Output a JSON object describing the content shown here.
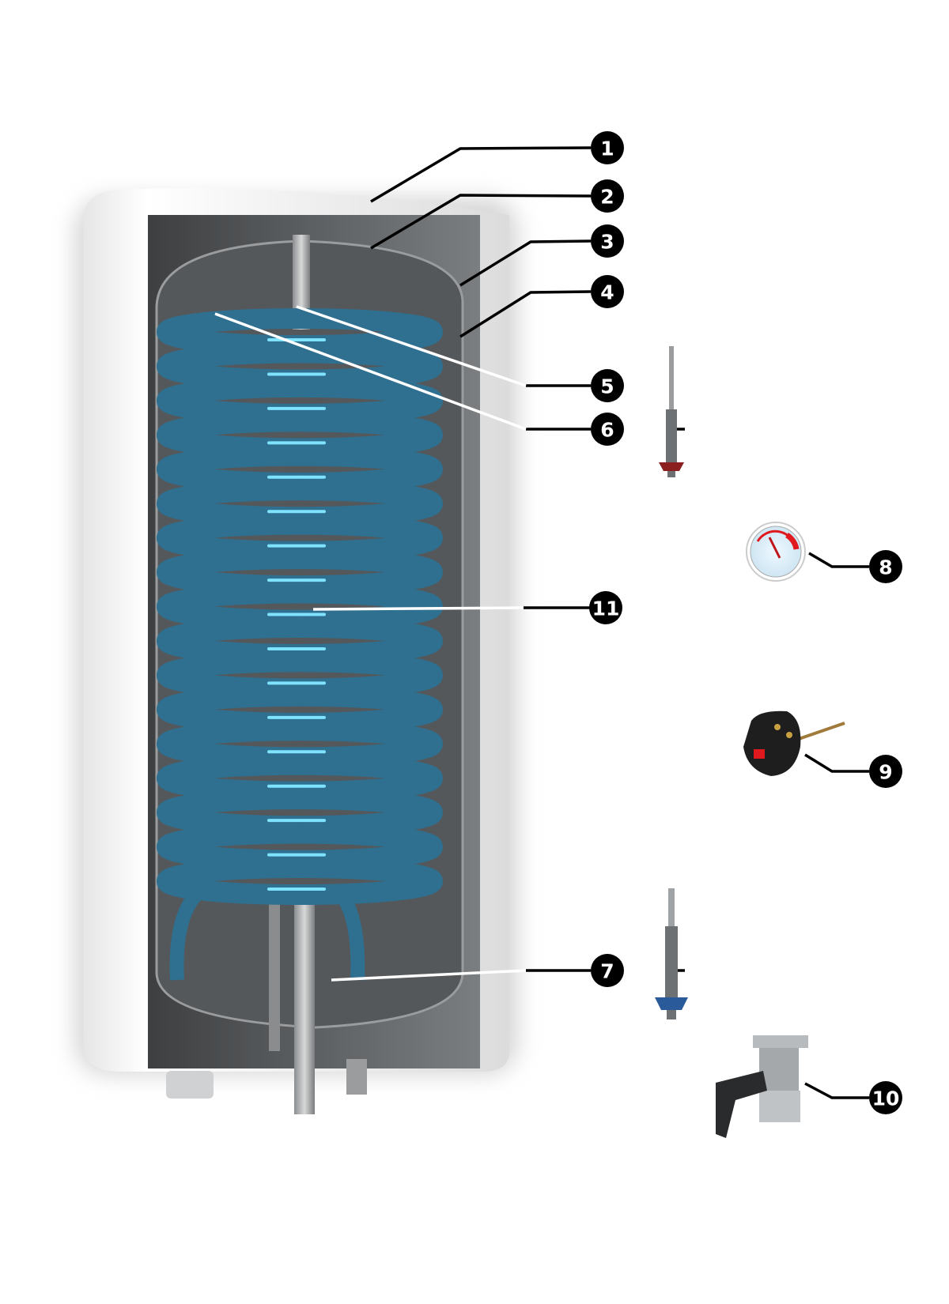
{
  "title_hidden": null,
  "callouts": {
    "c1": "1",
    "c2": "2",
    "c3": "3",
    "c4": "4",
    "c5": "5",
    "c6": "6",
    "c7": "7",
    "c8": "8",
    "c9": "9",
    "c10": "10",
    "c11": "11"
  },
  "colors": {
    "callout_fill": "#000000",
    "coil_blue": "#2f6f8f",
    "coil_highlight": "#7fe3ff",
    "tank_white": "#f4f4f4",
    "tank_inner": "#5a5c5e",
    "gauge_red": "#e0191e",
    "anode_cap_red": "#8b1e1e",
    "anode_cap_blue": "#2a5a9a"
  },
  "coil_turns": 17
}
